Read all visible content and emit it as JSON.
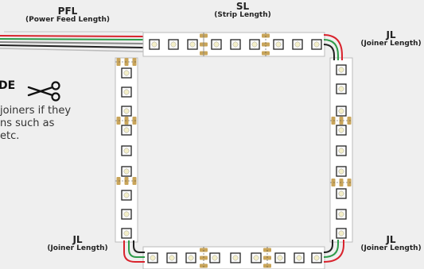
{
  "labels": {
    "pfl": {
      "abbr": "PFL",
      "full": "(Power Feed Length)"
    },
    "sl": {
      "abbr": "SL",
      "full": "(Strip Length)"
    },
    "jl_top_right": {
      "abbr": "JL",
      "full": "(Joiner Length)"
    },
    "jl_bottom_left": {
      "abbr": "JL",
      "full": "(Joiner Length)"
    },
    "jl_bottom_right": {
      "abbr": "JL",
      "full": "(Joiner Length)"
    }
  },
  "note": {
    "title": "DE",
    "lines": [
      "joiners if they",
      "ns such as",
      "etc."
    ],
    "icon": "scissors-icon"
  },
  "colors": {
    "background": "#efefef",
    "strip": "#ffffff",
    "solder_pad": "#c9a55a",
    "wire_red": "#d9232d",
    "wire_green": "#2e9b4a",
    "wire_gray": "#8a8a8a",
    "wire_black": "#222222"
  }
}
